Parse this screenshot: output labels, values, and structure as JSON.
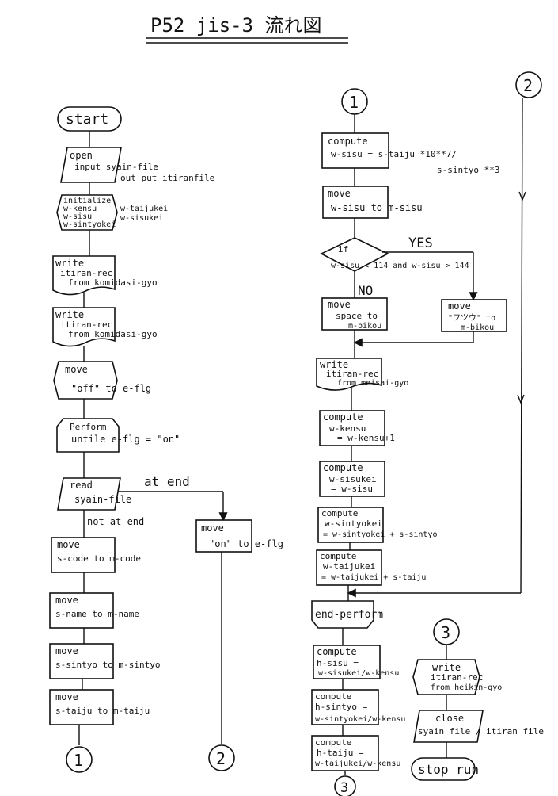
{
  "title": "P52 jis-3 流れ図",
  "connectors": {
    "c1": "1",
    "c2": "2",
    "c3": "3"
  },
  "left": {
    "start": "start",
    "open": [
      "open",
      "input syain-file",
      "out put itiranfile"
    ],
    "init": [
      "initialize",
      "w-kensu",
      "w-sisu",
      "w-sintyokei",
      "w-taijukei",
      "w-sisukei"
    ],
    "write1": [
      "write",
      "itiran-rec",
      "from komidasi-gyo"
    ],
    "write2": [
      "write",
      "itiran-rec",
      "from komidasi-gyo"
    ],
    "move_flg": [
      "move",
      "\"off\" to e-flg"
    ],
    "perform": [
      "Perform",
      "untile e-flg = \"on\""
    ],
    "read": [
      "read",
      "syain-file"
    ],
    "at_end": "at end",
    "not_at_end": "not at end",
    "move_on": [
      "move",
      "\"on\" to e-flg"
    ],
    "move_code": [
      "move",
      "s-code to m-code"
    ],
    "move_name": [
      "move",
      "s-name to m-name"
    ],
    "move_sintyo": [
      "move",
      "s-sintyo to m-sintyo"
    ],
    "move_taiju": [
      "move",
      "s-taiju to m-taiju"
    ]
  },
  "right": {
    "compute_sisu": [
      "compute",
      "w-sisu = s-taiju *10**7/",
      "s-sintyo **3"
    ],
    "move_sisu": [
      "move",
      "w-sisu to m-sisu"
    ],
    "if": [
      "if",
      "w-sisu < 114 and w-sisu > 144"
    ],
    "yes": "YES",
    "no": "NO",
    "move_space": [
      "move",
      "space to",
      "m-bikou"
    ],
    "move_fmark": [
      "move",
      "\"フツウ\" to",
      "m-bikou"
    ],
    "write_meisai": [
      "write",
      "itiran-rec",
      "from meisai-gyo"
    ],
    "compute_kensu": [
      "compute",
      "w-kensu",
      "= w-kensu+1"
    ],
    "compute_sisukei": [
      "compute",
      "w-sisukei",
      "= w-sisu"
    ],
    "compute_sintyokei": [
      "compute",
      "w-sintyokei",
      "= w-sintyokei + s-sintyo"
    ],
    "compute_taijukei": [
      "compute",
      "w-taijukei",
      "= w-taijukei + s-taiju"
    ],
    "end_perform": "end-perform",
    "compute_hsisu": [
      "compute",
      "h-sisu =",
      "w-sisukei/w-kensu"
    ],
    "compute_hsintyo": [
      "compute",
      "h-sintyo =",
      "w-sintyokei/w-kensu"
    ],
    "compute_htaiju": [
      "compute",
      "h-taiju =",
      "w-taijukei/w-kensu"
    ],
    "write_heikin": [
      "write",
      "itiran-rec",
      "from heikin-gyo"
    ],
    "close": [
      "close",
      "syain file / itiran file"
    ],
    "stop": "stop run"
  }
}
